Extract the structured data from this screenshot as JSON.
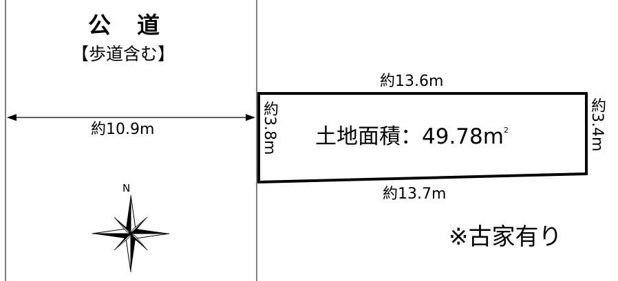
{
  "road": {
    "title": "公道",
    "subtitle": "【歩道含む】",
    "width_label": "約10.9m"
  },
  "lot": {
    "top_edge": "約13.6m",
    "bottom_edge": "約13.7m",
    "left_edge": "約3.8m",
    "right_edge": "約3.4m",
    "area_label": "土地面積：49.78",
    "area_unit": "m",
    "area_unit_sup": "2"
  },
  "note": "※古家有り",
  "compass": {
    "north_label": "N"
  }
}
